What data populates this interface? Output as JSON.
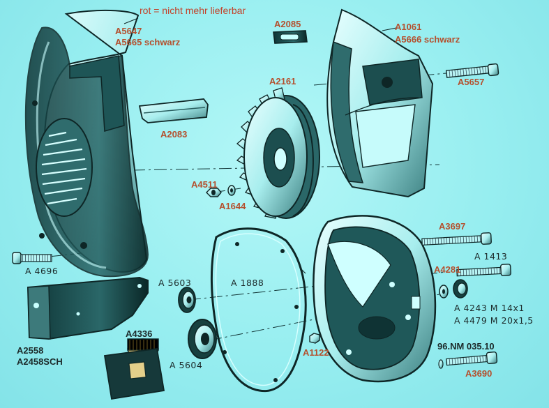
{
  "legend_note": "rot = nicht mehr lieferbar",
  "labels": {
    "a5647": "A5647",
    "a5665": "A5665 schwarz",
    "a2085": "A2085",
    "a1061": "A1061",
    "a5666": "A5666 schwarz",
    "a5657": "A5657",
    "a2161": "A2161",
    "a2083": "A2083",
    "a4511": "A4511",
    "a1644": "A1644",
    "a3697": "A3697",
    "a1413": "A 1413",
    "a4281": "A4281",
    "a4243": "A 4243 M 14x1",
    "a4479": "A 4479 M 20x1,5",
    "a4696": "A 4696",
    "a5603": "A 5603",
    "a1888": "A 1888",
    "a4336": "A4336",
    "a2558": "A2558",
    "a2458": "A2458SCH",
    "a5604": "A 5604",
    "a1122": "A1122",
    "nm03510": "96.NM 035.10",
    "a3690": "A3690"
  },
  "colors": {
    "unavailable": "#b4502e",
    "available": "#1c2a2a",
    "background": "#97eef0",
    "ink": "#0e2626"
  }
}
